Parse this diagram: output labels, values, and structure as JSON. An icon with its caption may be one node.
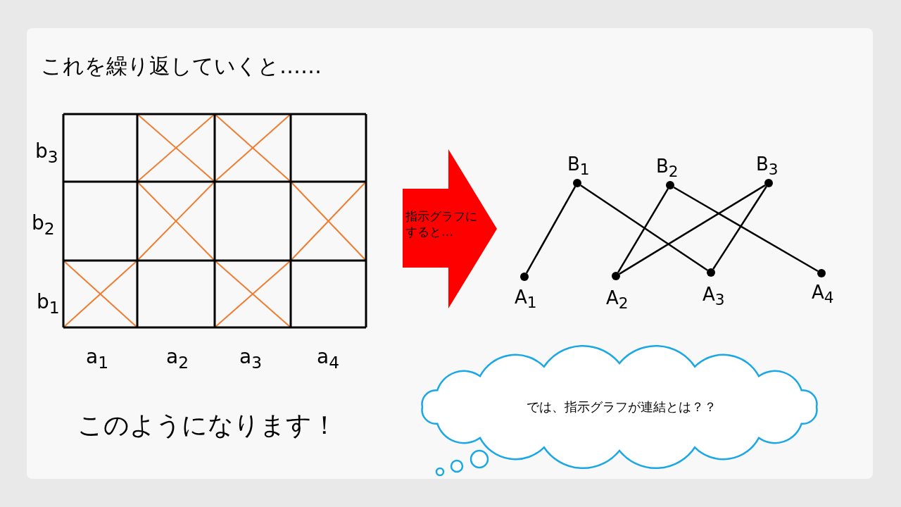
{
  "diagram": {
    "title": "これを繰り返していくと……",
    "nodes": [
      {
        "text": [
          "指示グラフにすると…"
        ]
      },
      {
        "text": [],
        "shape": "circle",
        "beside": [
          "B$_{1}$"
        ]
      },
      {
        "text": [],
        "shape": "circle",
        "beside": [
          "B$_{2}$"
        ]
      },
      {
        "text": [],
        "shape": "circle",
        "beside": [
          "B$_{3}$"
        ]
      },
      {
        "text": [],
        "shape": "circle",
        "beside": [
          "A$_{1}$"
        ]
      },
      {
        "text": [],
        "shape": "circle",
        "beside": [
          "A$_{2}$"
        ]
      },
      {
        "text": [],
        "shape": "circle",
        "beside": [
          "A$_{3}$"
        ]
      },
      {
        "text": [],
        "shape": "circle",
        "beside": [
          "A$_{4}$"
        ]
      },
      {
        "text": [
          "では、指示グラフが連結とは？？"
        ]
      }
    ],
    "edges": [
      {
        "from": 1,
        "to": 4,
        "arrow": "none"
      },
      {
        "from": 1,
        "to": 6,
        "arrow": "none"
      },
      {
        "from": 2,
        "to": 5,
        "arrow": "none"
      },
      {
        "from": 2,
        "to": 7,
        "arrow": "none"
      },
      {
        "from": 3,
        "to": 5,
        "arrow": "none"
      },
      {
        "from": 3,
        "to": 6,
        "arrow": "none"
      }
    ],
    "labels": [
      "b$_{3}$",
      "b$_{2}$",
      "b$_{1}$",
      "a$_{1}$",
      "a$_{2}$",
      "a$_{3}$",
      "a$_{4}$",
      "このようになります！"
    ]
  }
}
